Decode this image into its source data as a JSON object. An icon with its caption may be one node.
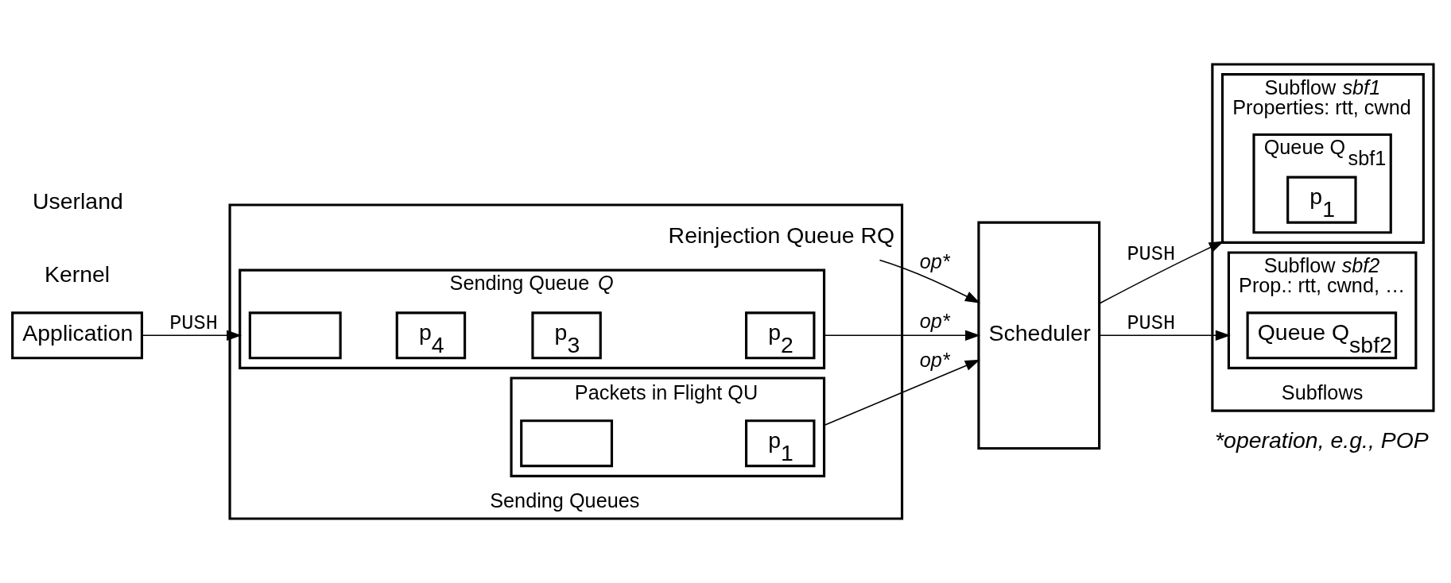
{
  "diagram": {
    "nodes": [
      {
        "text": [
          "Application"
        ]
      },
      {
        "text": [
          "Sending Queues"
        ]
      },
      {
        "text": [
          "Sending Queue *Q*"
        ],
        "in": 1
      },
      {
        "text": [],
        "shape": "box",
        "in": 2
      },
      {
        "text": [
          "p$_{4}$"
        ],
        "in": 2
      },
      {
        "text": [
          "p$_{3}$"
        ],
        "in": 2
      },
      {
        "text": [
          "p$_{2}$"
        ],
        "in": 2
      },
      {
        "text": [
          "Packets in Flight QU"
        ],
        "in": 1
      },
      {
        "text": [],
        "shape": "box",
        "in": 7
      },
      {
        "text": [
          "p$_{1}$"
        ],
        "in": 7
      },
      {
        "text": [
          "Reinjection Queue RQ"
        ],
        "in": 1
      },
      {
        "text": [
          "Scheduler"
        ]
      },
      {
        "text": [
          "Subflows"
        ]
      },
      {
        "text": [
          "Subflow *sbf1*",
          "Properties: rtt, cwnd"
        ],
        "in": 12
      },
      {
        "text": [
          "Queue Q$_{sbf1}$"
        ],
        "in": 13
      },
      {
        "text": [
          "p$_{1}$"
        ],
        "in": 14
      },
      {
        "text": [
          "Subflow *sbf2*",
          "Prop.: rtt, cwnd, …"
        ],
        "in": 12
      },
      {
        "text": [
          "Queue Q$_{sbf2}$"
        ],
        "in": 16
      }
    ],
    "edges": [
      {
        "from": 0,
        "to": 2,
        "arrow": "to",
        "label": "PUSH"
      },
      {
        "from": 2,
        "to": 11,
        "arrow": "to",
        "label": "op*"
      },
      {
        "from": 7,
        "to": 11,
        "arrow": "to",
        "label": "op*"
      },
      {
        "from": 10,
        "to": 11,
        "arrow": "to",
        "label": "op*"
      },
      {
        "from": 11,
        "to": 13,
        "arrow": "to",
        "label": "PUSH"
      },
      {
        "from": 11,
        "to": 16,
        "arrow": "to",
        "label": "PUSH"
      }
    ],
    "labels": [
      "Userland",
      "Kernel",
      "*operation, e.g., POP"
    ]
  }
}
